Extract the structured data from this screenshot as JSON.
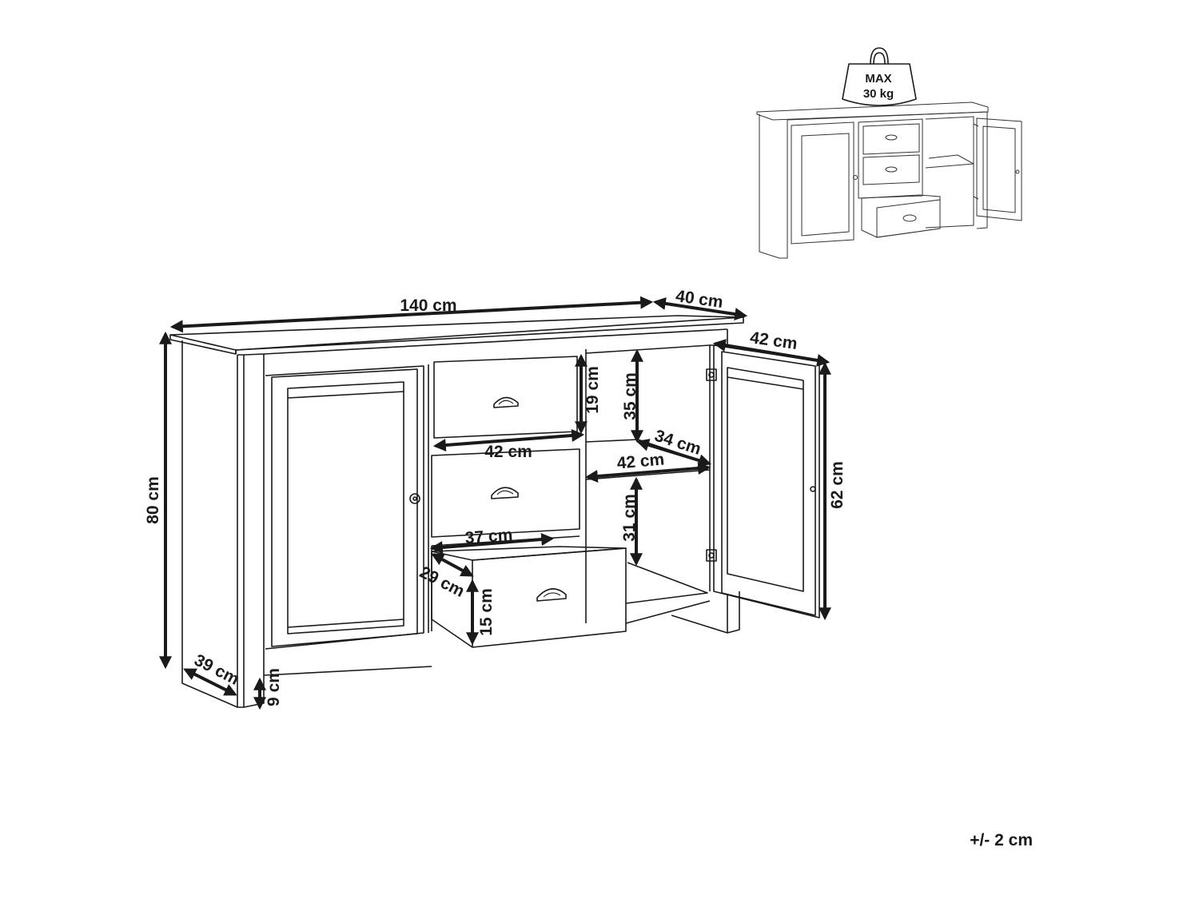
{
  "weight_badge": {
    "line1": "MAX",
    "line2": "30 kg"
  },
  "dimensions": {
    "width": "140 cm",
    "depth_top": "40 cm",
    "height": "80 cm",
    "depth_bottom": "39 cm",
    "leg_height": "9 cm",
    "drawer_front_height": "19 cm",
    "drawer_width": "42 cm",
    "drawer_inner_width": "37 cm",
    "drawer_inner_depth": "29 cm",
    "drawer_inner_height": "15 cm",
    "shelf_upper_height": "35 cm",
    "shelf_depth": "34 cm",
    "shelf_width": "42 cm",
    "shelf_lower_height": "31 cm",
    "door_width": "42 cm",
    "door_height": "62 cm"
  },
  "tolerance": "+/- 2 cm",
  "colors": {
    "line": "#1a1a1a",
    "background": "#ffffff"
  }
}
